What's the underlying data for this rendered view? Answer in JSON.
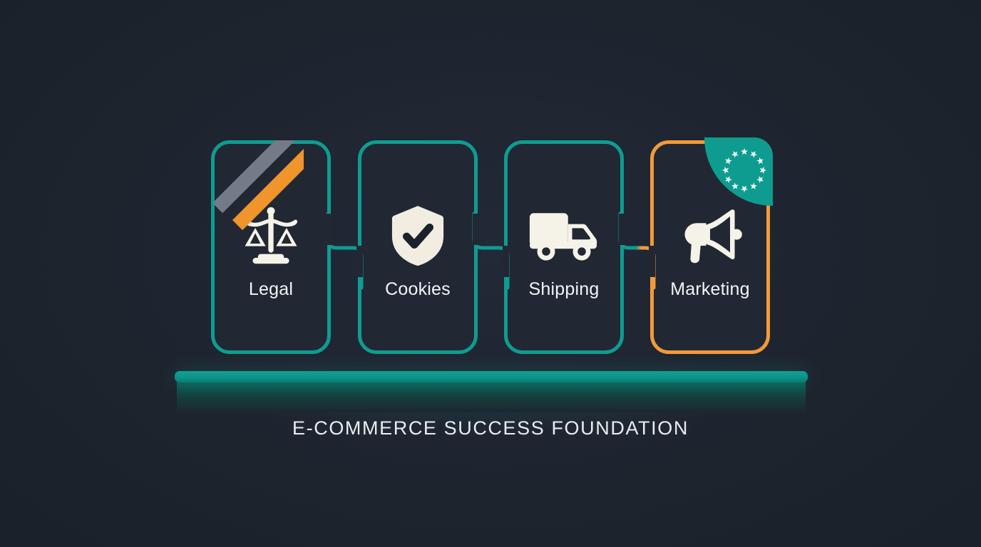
{
  "scene": {
    "title": "E-COMMERCE SUCCESS FOUNDATION",
    "background_color": "#1e242e",
    "platform_color": "#0f9c90",
    "accent_teal": "#0f9c90",
    "accent_amber": "#f29a3a",
    "icon_color": "#f5f2e8",
    "label_color": "#f2f4f7"
  },
  "cards": [
    {
      "id": "legal",
      "label": "Legal",
      "icon": "scales-of-justice-icon",
      "border_color": "#0f9c90",
      "pedestal_tone": "dark",
      "ribbon": {
        "present": true,
        "stripe_1_color": "#727b87",
        "stripe_2_color": "#f0942c"
      },
      "eu_badge": false
    },
    {
      "id": "cookies",
      "label": "Cookies",
      "icon": "shield-check-icon",
      "border_color": "#0f9c90",
      "pedestal_tone": "light",
      "ribbon": {
        "present": false
      },
      "eu_badge": false
    },
    {
      "id": "shipping",
      "label": "Shipping",
      "icon": "delivery-truck-icon",
      "border_color": "#0f9c90",
      "pedestal_tone": "dark",
      "ribbon": {
        "present": false
      },
      "eu_badge": false
    },
    {
      "id": "marketing",
      "label": "Marketing",
      "icon": "megaphone-icon",
      "border_color": "#f29a3a",
      "pedestal_tone": "light",
      "ribbon": {
        "present": false
      },
      "eu_badge": true,
      "eu_badge_stars": 12,
      "eu_badge_color": "#0f9c90"
    }
  ],
  "connectors": [
    {
      "id": "legal-to-cookies",
      "from": "legal",
      "to": "cookies",
      "color": "#0f9c90"
    },
    {
      "id": "cookies-to-shipping",
      "from": "cookies",
      "to": "shipping",
      "color": "#0f9c90"
    },
    {
      "id": "shipping-to-marketing",
      "from": "shipping",
      "to": "marketing",
      "color_start": "#0f9c90",
      "color_end": "#f29a3a"
    }
  ]
}
